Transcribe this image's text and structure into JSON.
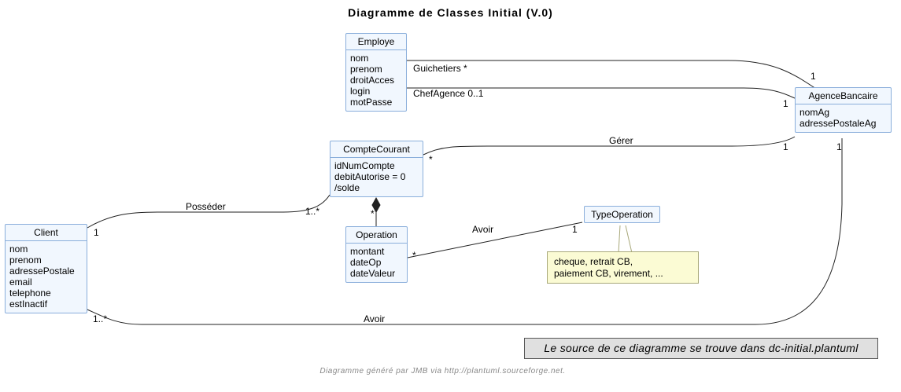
{
  "title": "Diagramme de Classes Initial (V.0)",
  "classes": {
    "employe": {
      "name": "Employe",
      "attributes": [
        "nom",
        "prenom",
        "droitAcces",
        "login",
        "motPasse"
      ]
    },
    "agence": {
      "name": "AgenceBancaire",
      "attributes": [
        "nomAg",
        "adressePostaleAg"
      ]
    },
    "compte": {
      "name": "CompteCourant",
      "attributes": [
        "idNumCompte",
        "debitAutorise = 0",
        "/solde"
      ]
    },
    "operation": {
      "name": "Operation",
      "attributes": [
        "montant",
        "dateOp",
        "dateValeur"
      ]
    },
    "typeop": {
      "name": "TypeOperation",
      "attributes": []
    },
    "client": {
      "name": "Client",
      "attributes": [
        "nom",
        "prenom",
        "adressePostale",
        "email",
        "telephone",
        "estInactif"
      ]
    }
  },
  "associations": {
    "guichetiers": {
      "label": "Guichetiers *",
      "mult_agence": "1"
    },
    "chef": {
      "label": "ChefAgence 0..1",
      "mult_agence": "1"
    },
    "gerer": {
      "label": "Gérer",
      "mult_compte": "*",
      "mult_agence": "1"
    },
    "posseder": {
      "label": "Posséder",
      "mult_client": "1",
      "mult_compte": "1..*"
    },
    "composition": {
      "mult_operation": "*"
    },
    "avoir_type": {
      "label": "Avoir",
      "mult_operation": "*",
      "mult_type": "1"
    },
    "avoir_agence": {
      "label": "Avoir",
      "mult_client": "1..*",
      "mult_agence": "1"
    }
  },
  "note": {
    "line1": "cheque, retrait CB,",
    "line2": "paiement CB, virement, ..."
  },
  "source_note": "Le source de ce diagramme se trouve dans dc-initial.plantuml",
  "footer": "Diagramme généré par JMB via http://plantuml.sourceforge.net."
}
